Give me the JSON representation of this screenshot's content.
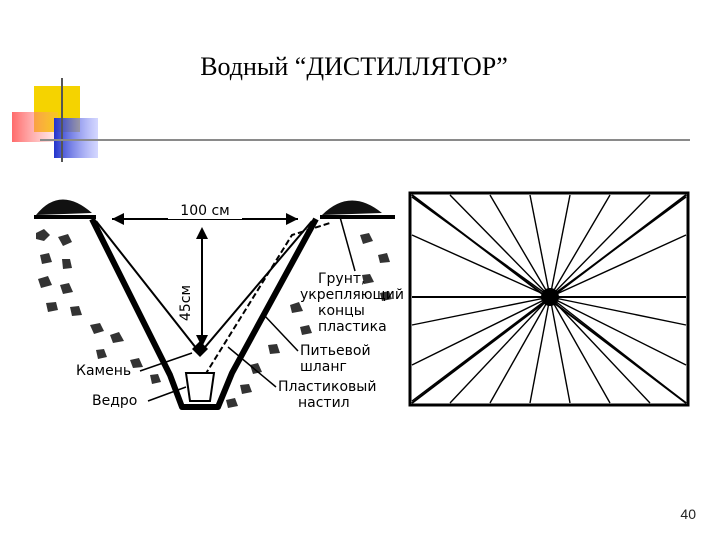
{
  "slide": {
    "title": "Водный “ДИСТИЛЛЯТОР”",
    "page_number": "40"
  },
  "diagram": {
    "width_label": "100 см",
    "depth_label": "45см",
    "labels": {
      "soil_line1": "Грунт,",
      "soil_line2": "укрепляющий",
      "soil_line3": "концы",
      "soil_line4": "пластика",
      "hose_line1": "Питьевой",
      "hose_line2": "шланг",
      "film_line1": "Пластиковый",
      "film_line2": "настил",
      "stone": "Камень",
      "bucket": "Ведро"
    }
  },
  "colors": {
    "logo_yellow": "#f5d300",
    "logo_red": "#ff6b6b",
    "logo_blue": "#3344cc",
    "rule": "#8a8a8a"
  }
}
